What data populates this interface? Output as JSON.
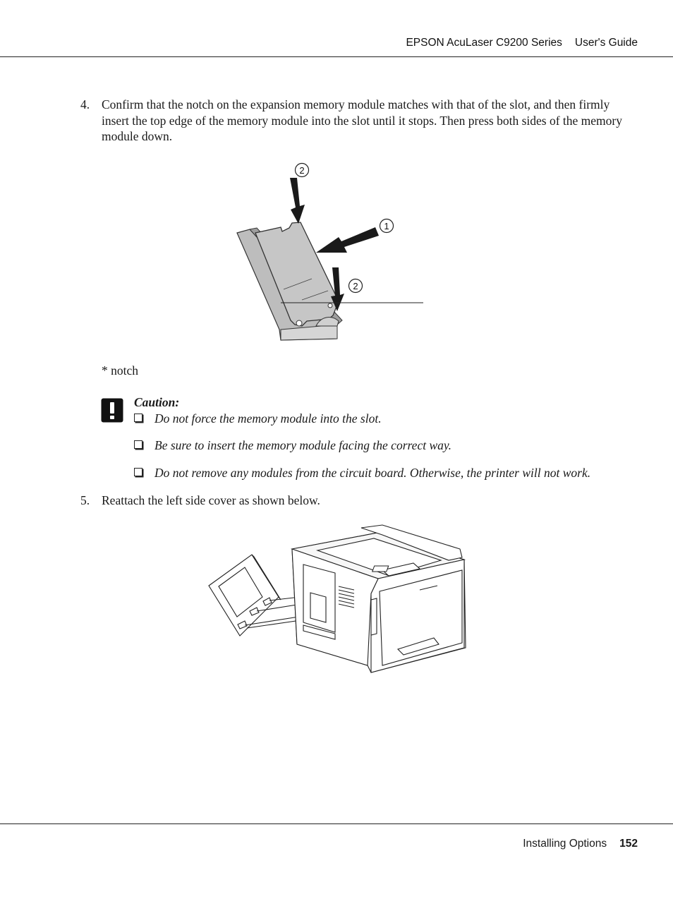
{
  "header": {
    "product": "EPSON AcuLaser C9200 Series",
    "guide": "User's Guide"
  },
  "steps": [
    {
      "number": "4.",
      "text": "Confirm that the notch on the expansion memory module matches with that of the slot, and then firmly insert the top edge of the memory module into the slot until it stops. Then press both sides of the memory module down."
    },
    {
      "number": "5.",
      "text": "Reattach the left side cover as shown below."
    }
  ],
  "figure1": {
    "callouts": [
      "2",
      "1",
      "2"
    ]
  },
  "note": "* notch",
  "caution": {
    "title": "Caution:",
    "items": [
      "Do not force the memory module into the slot.",
      "Be sure to insert the memory module facing the correct way.",
      "Do not remove any modules from the circuit board. Otherwise, the printer will not work."
    ]
  },
  "footer": {
    "section": "Installing Options",
    "page": "152"
  }
}
